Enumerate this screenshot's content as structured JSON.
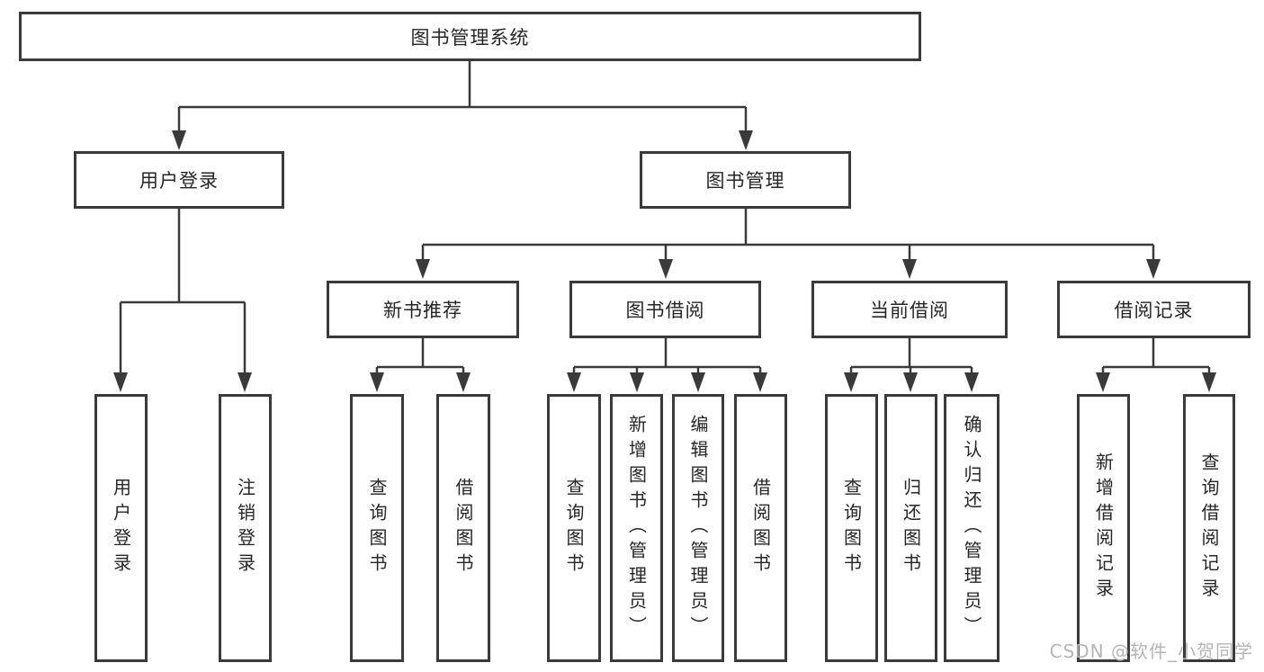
{
  "diagram_type": "hierarchy-tree",
  "tree": {
    "label": "图书管理系统",
    "children": [
      {
        "label": "用户登录",
        "children": [
          {
            "label": "用户登录"
          },
          {
            "label": "注销登录"
          }
        ]
      },
      {
        "label": "图书管理",
        "children": [
          {
            "label": "新书推荐",
            "children": [
              {
                "label": "查询图书"
              },
              {
                "label": "借阅图书"
              }
            ]
          },
          {
            "label": "图书借阅",
            "children": [
              {
                "label": "查询图书"
              },
              {
                "label": "新增图书（管理员）"
              },
              {
                "label": "编辑图书（管理员）"
              },
              {
                "label": "借阅图书"
              }
            ]
          },
          {
            "label": "当前借阅",
            "children": [
              {
                "label": "查询图书"
              },
              {
                "label": "归还图书"
              },
              {
                "label": "确认归还（管理员）"
              }
            ]
          },
          {
            "label": "借阅记录",
            "children": [
              {
                "label": "新增借阅记录"
              },
              {
                "label": "查询借阅记录"
              }
            ]
          }
        ]
      }
    ]
  },
  "watermark": {
    "text": "CSDN @软件_小贺同学"
  },
  "colors": {
    "line": "#3a3a3a",
    "box_border": "#3a3a3a",
    "text": "#262626",
    "watermark": "#b5b5b5",
    "background": "#ffffff"
  }
}
